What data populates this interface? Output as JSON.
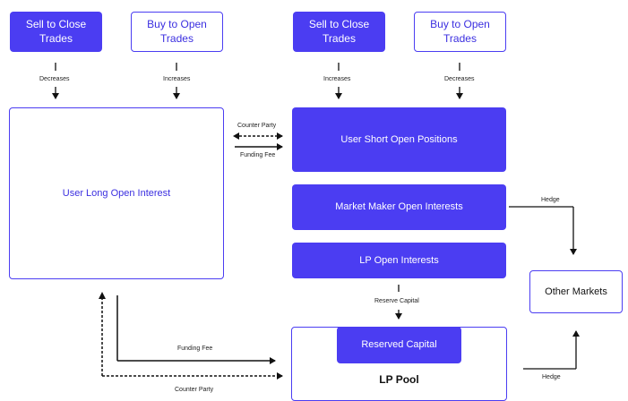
{
  "colors": {
    "accent": "#4b3df2",
    "text": "#111111"
  },
  "top_left": {
    "sell_to_close": "Sell to Close\nTrades",
    "buy_to_open": "Buy to Open\nTrades",
    "sell_label": "Decreases",
    "buy_label": "Increases"
  },
  "top_right": {
    "sell_to_close": "Sell to Close\nTrades",
    "buy_to_open": "Buy to Open\nTrades",
    "sell_label": "Increases",
    "buy_label": "Decreases"
  },
  "user_long": "User Long Open Interest",
  "counter_party_top": "Counter Party",
  "funding_fee_top": "Funding Fee",
  "user_short": "User Short Open Positions",
  "market_maker": "Market Maker Open Interests",
  "lp_open": "LP Open Interests",
  "reserve_capital_label": "Reserve Capital",
  "reserved_capital": "Reserved Capital",
  "lp_pool": "LP Pool",
  "other_markets": "Other Markets",
  "hedge_top": "Hedge",
  "hedge_bottom": "Hedge",
  "funding_fee_bottom": "Funding Fee",
  "counter_party_bottom": "Counter Party"
}
